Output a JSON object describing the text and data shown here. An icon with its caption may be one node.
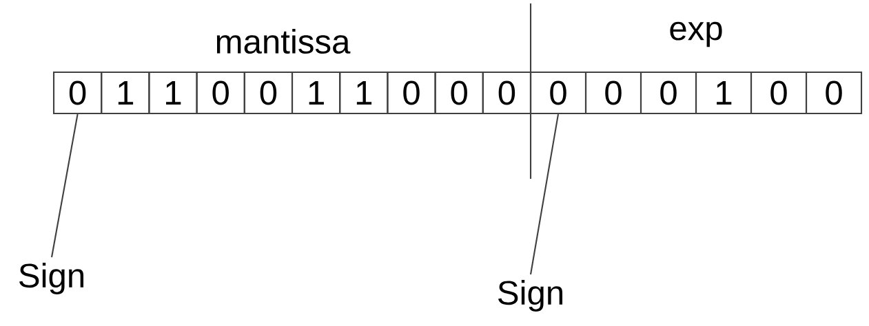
{
  "diagram": {
    "nodes": [
      {
        "text": [
          "0"
        ]
      },
      {
        "text": [
          "1"
        ]
      },
      {
        "text": [
          "1"
        ]
      },
      {
        "text": [
          "0"
        ]
      },
      {
        "text": [
          "0"
        ]
      },
      {
        "text": [
          "1"
        ]
      },
      {
        "text": [
          "1"
        ]
      },
      {
        "text": [
          "0"
        ]
      },
      {
        "text": [
          "0"
        ]
      },
      {
        "text": [
          "0"
        ]
      },
      {
        "text": [
          "0"
        ]
      },
      {
        "text": [
          "0"
        ]
      },
      {
        "text": [
          "0"
        ]
      },
      {
        "text": [
          "1"
        ]
      },
      {
        "text": [
          "0"
        ]
      },
      {
        "text": [
          "0"
        ]
      },
      {
        "text": [
          "Sign"
        ]
      },
      {
        "text": [
          "Sign"
        ]
      }
    ],
    "edges": [
      {
        "from": 16,
        "to": 0,
        "arrow": "none"
      },
      {
        "from": 17,
        "to": 10,
        "arrow": "none"
      }
    ],
    "labels": [
      "mantissa",
      "exp"
    ]
  }
}
